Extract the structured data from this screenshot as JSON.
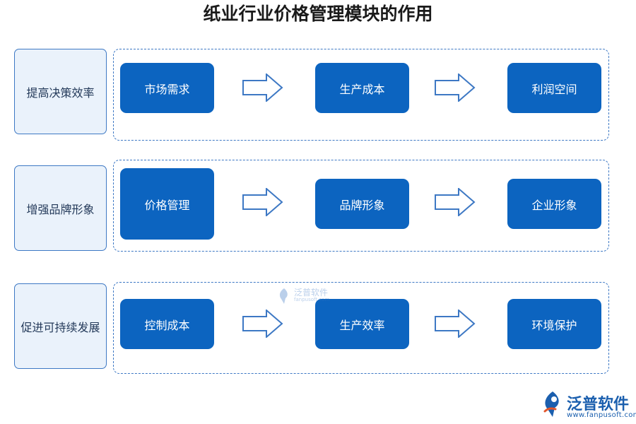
{
  "title": "纸业行业价格管理模块的作用",
  "rows": [
    {
      "label": "提高决策效率",
      "steps": [
        "市场需求",
        "生产成本",
        "利润空间"
      ]
    },
    {
      "label": "增强品牌形象",
      "steps": [
        "价格管理",
        "品牌形象",
        "企业形象"
      ]
    },
    {
      "label": "促进可持续发展",
      "steps": [
        "控制成本",
        "生产效率",
        "环境保护"
      ]
    }
  ],
  "watermark": {
    "text": "泛普软件",
    "sub": "fanpusoft.com"
  },
  "brand": {
    "name": "泛普软件",
    "url": "www.fanpusoft.com"
  },
  "colors": {
    "box": "#0c64c0",
    "border": "#3d78c4",
    "label_bg": "#eaf2fb"
  }
}
